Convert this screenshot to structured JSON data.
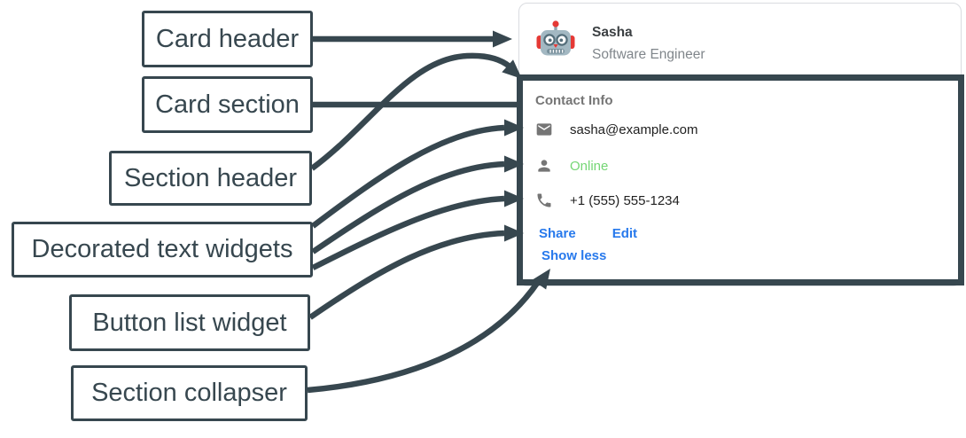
{
  "colors": {
    "ink": "#37474F",
    "card_border": "#dadce0",
    "link_blue": "#2779ec",
    "online_green": "#74d674",
    "muted_gray": "#757575",
    "subtitle_gray": "#80868b",
    "text_dark": "#212121"
  },
  "annotations": {
    "labels": [
      "Card header",
      "Card section",
      "Section header",
      "Decorated text widgets",
      "Button list widget",
      "Section collapser"
    ]
  },
  "card": {
    "header": {
      "name": "Sasha",
      "subtitle": "Software Engineer",
      "avatar": "robot-avatar"
    },
    "section": {
      "title": "Contact Info",
      "rows": [
        {
          "icon": "email-icon",
          "text": "sasha@example.com"
        },
        {
          "icon": "person-icon",
          "text": "Online"
        },
        {
          "icon": "phone-icon",
          "text": "+1 (555) 555-1234"
        }
      ],
      "buttons": [
        "Share",
        "Edit"
      ],
      "collapser_label": "Show less"
    }
  }
}
